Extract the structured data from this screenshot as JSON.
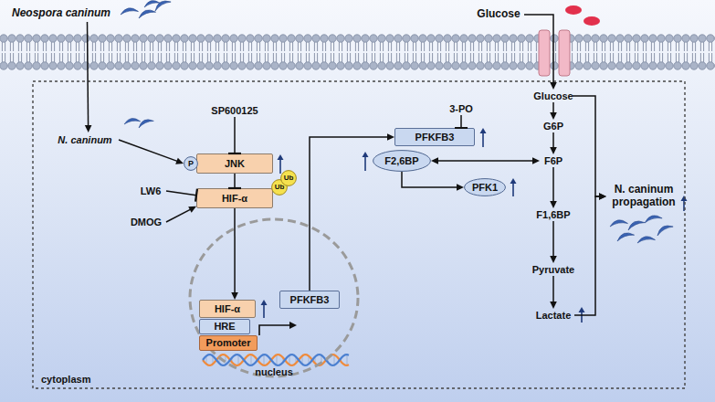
{
  "diagram": {
    "nodes": [
      {
        "text": [
          "Neospora caninum"
        ]
      },
      {
        "text": [
          "Glucose"
        ]
      },
      {
        "text": [
          "cytoplasm"
        ]
      },
      {
        "text": [
          "N. caninum"
        ],
        "in": 2
      },
      {
        "text": [
          "SP600125"
        ],
        "in": 2
      },
      {
        "text": [
          "JNK"
        ],
        "in": 2
      },
      {
        "text": [
          "P"
        ],
        "in": 2
      },
      {
        "text": [
          "LW6"
        ],
        "in": 2
      },
      {
        "text": [
          "DMOG"
        ],
        "in": 2
      },
      {
        "text": [
          "HIF-α"
        ],
        "in": 2
      },
      {
        "text": [
          "Ub"
        ],
        "in": 2
      },
      {
        "text": [
          "Ub"
        ],
        "in": 2
      },
      {
        "text": [
          "nucleus"
        ],
        "in": 2
      },
      {
        "text": [
          "HIF-α"
        ],
        "in": 12
      },
      {
        "text": [
          "PFKFB3"
        ],
        "in": 12
      },
      {
        "text": [
          "HRE"
        ],
        "in": 12
      },
      {
        "text": [
          "Promoter"
        ],
        "in": 12
      },
      {
        "text": [
          "3-PO"
        ],
        "in": 2
      },
      {
        "text": [
          "PFKFB3"
        ],
        "in": 2
      },
      {
        "text": [
          "Glucose"
        ],
        "in": 2
      },
      {
        "text": [
          "G6P"
        ],
        "in": 2
      },
      {
        "text": [
          "F6P"
        ],
        "in": 2
      },
      {
        "text": [
          "F2,6BP"
        ],
        "in": 2
      },
      {
        "text": [
          "PFK1"
        ],
        "in": 2
      },
      {
        "text": [
          "F1,6BP"
        ],
        "in": 2
      },
      {
        "text": [
          "Pyruvate"
        ],
        "in": 2
      },
      {
        "text": [
          "Lactate"
        ],
        "in": 2
      },
      {
        "text": [
          "N. caninum propagation"
        ],
        "in": 2
      }
    ],
    "edges": [
      {
        "from": 0,
        "to": 3,
        "arrow": "to"
      },
      {
        "from": 3,
        "to": 6,
        "arrow": "to"
      },
      {
        "from": 4,
        "to": 5,
        "arrow": "to"
      },
      {
        "from": 5,
        "to": 9,
        "arrow": "to"
      },
      {
        "from": 7,
        "to": 9,
        "arrow": "to"
      },
      {
        "from": 8,
        "to": 9,
        "arrow": "to"
      },
      {
        "from": 9,
        "to": 13,
        "arrow": "to"
      },
      {
        "from": 14,
        "to": 18,
        "arrow": "to"
      },
      {
        "from": 17,
        "to": 18,
        "arrow": "to"
      },
      {
        "from": 1,
        "to": 19,
        "arrow": "to"
      },
      {
        "from": 19,
        "to": 20,
        "arrow": "to"
      },
      {
        "from": 20,
        "to": 21,
        "arrow": "to"
      },
      {
        "from": 22,
        "to": 21,
        "arrow": "both"
      },
      {
        "from": 22,
        "to": 23,
        "arrow": "to"
      },
      {
        "from": 21,
        "to": 24,
        "arrow": "to"
      },
      {
        "from": 24,
        "to": 25,
        "arrow": "to"
      },
      {
        "from": 25,
        "to": 26,
        "arrow": "to"
      },
      {
        "from": 19,
        "to": 27,
        "arrow": "to"
      },
      {
        "from": 26,
        "to": 27,
        "arrow": "to"
      }
    ]
  }
}
